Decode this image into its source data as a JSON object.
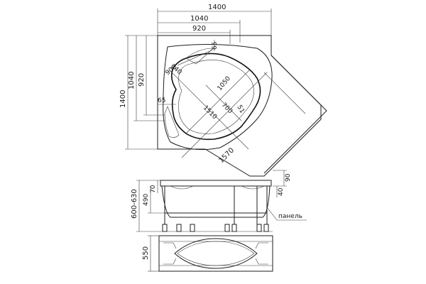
{
  "plan_view": {
    "dim_overall_width": "1400",
    "dim_width_1040": "1040",
    "dim_width_920": "920",
    "dim_height_1400": "1400",
    "dim_height_1040": "1040",
    "dim_height_920": "920",
    "dim_65_top": "65",
    "dim_65_left": "65",
    "dim_340": "340",
    "dim_900": "900",
    "dim_1050": "1050",
    "dim_700": "700",
    "dim_1510": "1510",
    "dim_51": "51",
    "dim_1570": "1570"
  },
  "side_view": {
    "dim_90": "90",
    "dim_70": "70",
    "dim_40": "40",
    "dim_490": "490",
    "dim_600_630": "600-630",
    "panel_label": "панель"
  },
  "panel_view": {
    "dim_550": "550"
  },
  "colors": {
    "stroke": "#1e1e1e",
    "background": "#ffffff"
  }
}
